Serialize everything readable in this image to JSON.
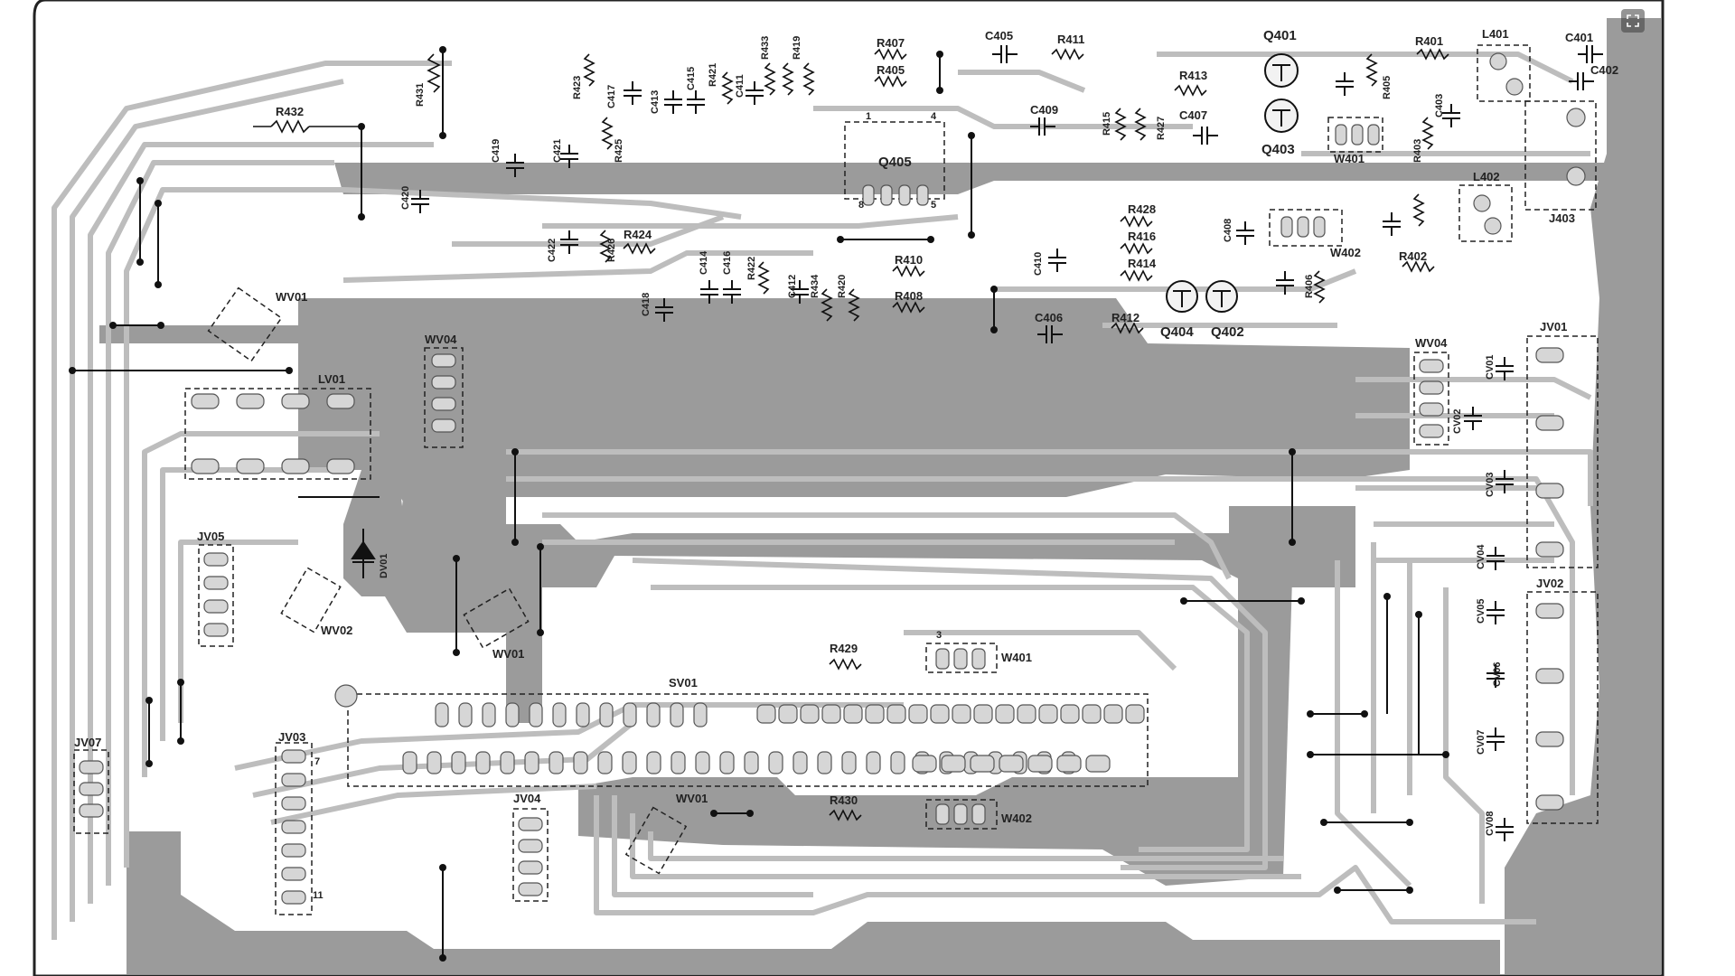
{
  "board": {
    "labels": {
      "q401": "Q401",
      "q403": "Q403",
      "q405": "Q405",
      "q404": "Q404",
      "q402": "Q402",
      "r407": "R407",
      "r405": "R405",
      "r411": "R411",
      "r413": "R413",
      "r401": "R401",
      "r432": "R432",
      "r431": "R431",
      "r423": "R423",
      "r425": "R425",
      "r421": "R421",
      "r433": "R433",
      "r419": "R419",
      "r415": "R415",
      "r427": "R427",
      "r403": "R403",
      "r428": "R428",
      "r416": "R416",
      "r414": "R414",
      "r424": "R424",
      "r426": "R426",
      "r422": "R422",
      "r434": "R434",
      "r420": "R420",
      "r410": "R410",
      "r408": "R408",
      "r412": "R412",
      "r402": "R402",
      "r406": "R406",
      "r429": "R429",
      "r430": "R430",
      "c405": "C405",
      "c409": "C409",
      "c407": "C407",
      "c401": "C401",
      "c402": "C402",
      "c403": "C403",
      "c419": "C419",
      "c421": "C421",
      "c417": "C417",
      "c413": "C413",
      "c415": "C415",
      "c411": "C411",
      "c420": "C420",
      "c422": "C422",
      "c414": "C414",
      "c416": "C416",
      "c412": "C412",
      "c418": "C418",
      "c408": "C408",
      "c410": "C410",
      "c406": "C406",
      "l401": "L401",
      "l402": "L402",
      "lv01": "LV01",
      "j403": "J403",
      "w401_top": "W401",
      "w402_top": "W402",
      "w401_bot": "W401",
      "w402_bot": "W402",
      "wv01_a": "WV01",
      "wv01_b": "WV01",
      "wv01_c": "WV01",
      "wv04_a": "WV04",
      "wv04_b": "WV04",
      "wv02": "WV02",
      "jv01": "JV01",
      "jv02": "JV02",
      "jv03": "JV03",
      "jv04": "JV04",
      "jv05": "JV05",
      "jv07": "JV07",
      "cv01": "CV01",
      "cv02": "CV02",
      "cv03": "CV03",
      "cv04": "CV04",
      "cv05": "CV05",
      "cv06": "CV06",
      "cv07": "CV07",
      "cv08": "CV08",
      "dv01": "DV01",
      "sv01": "SV01",
      "pin1": "1",
      "pin3": "3",
      "pin4": "4",
      "pin8": "8",
      "pin5": "5",
      "pin7": "7",
      "pin11": "11"
    },
    "colors": {
      "copper": "#9b9b9b",
      "trace": "#bdbdbd",
      "background": "#ffffff",
      "ink": "#111111"
    }
  },
  "controls": {
    "expand_icon": "expand-icon"
  }
}
